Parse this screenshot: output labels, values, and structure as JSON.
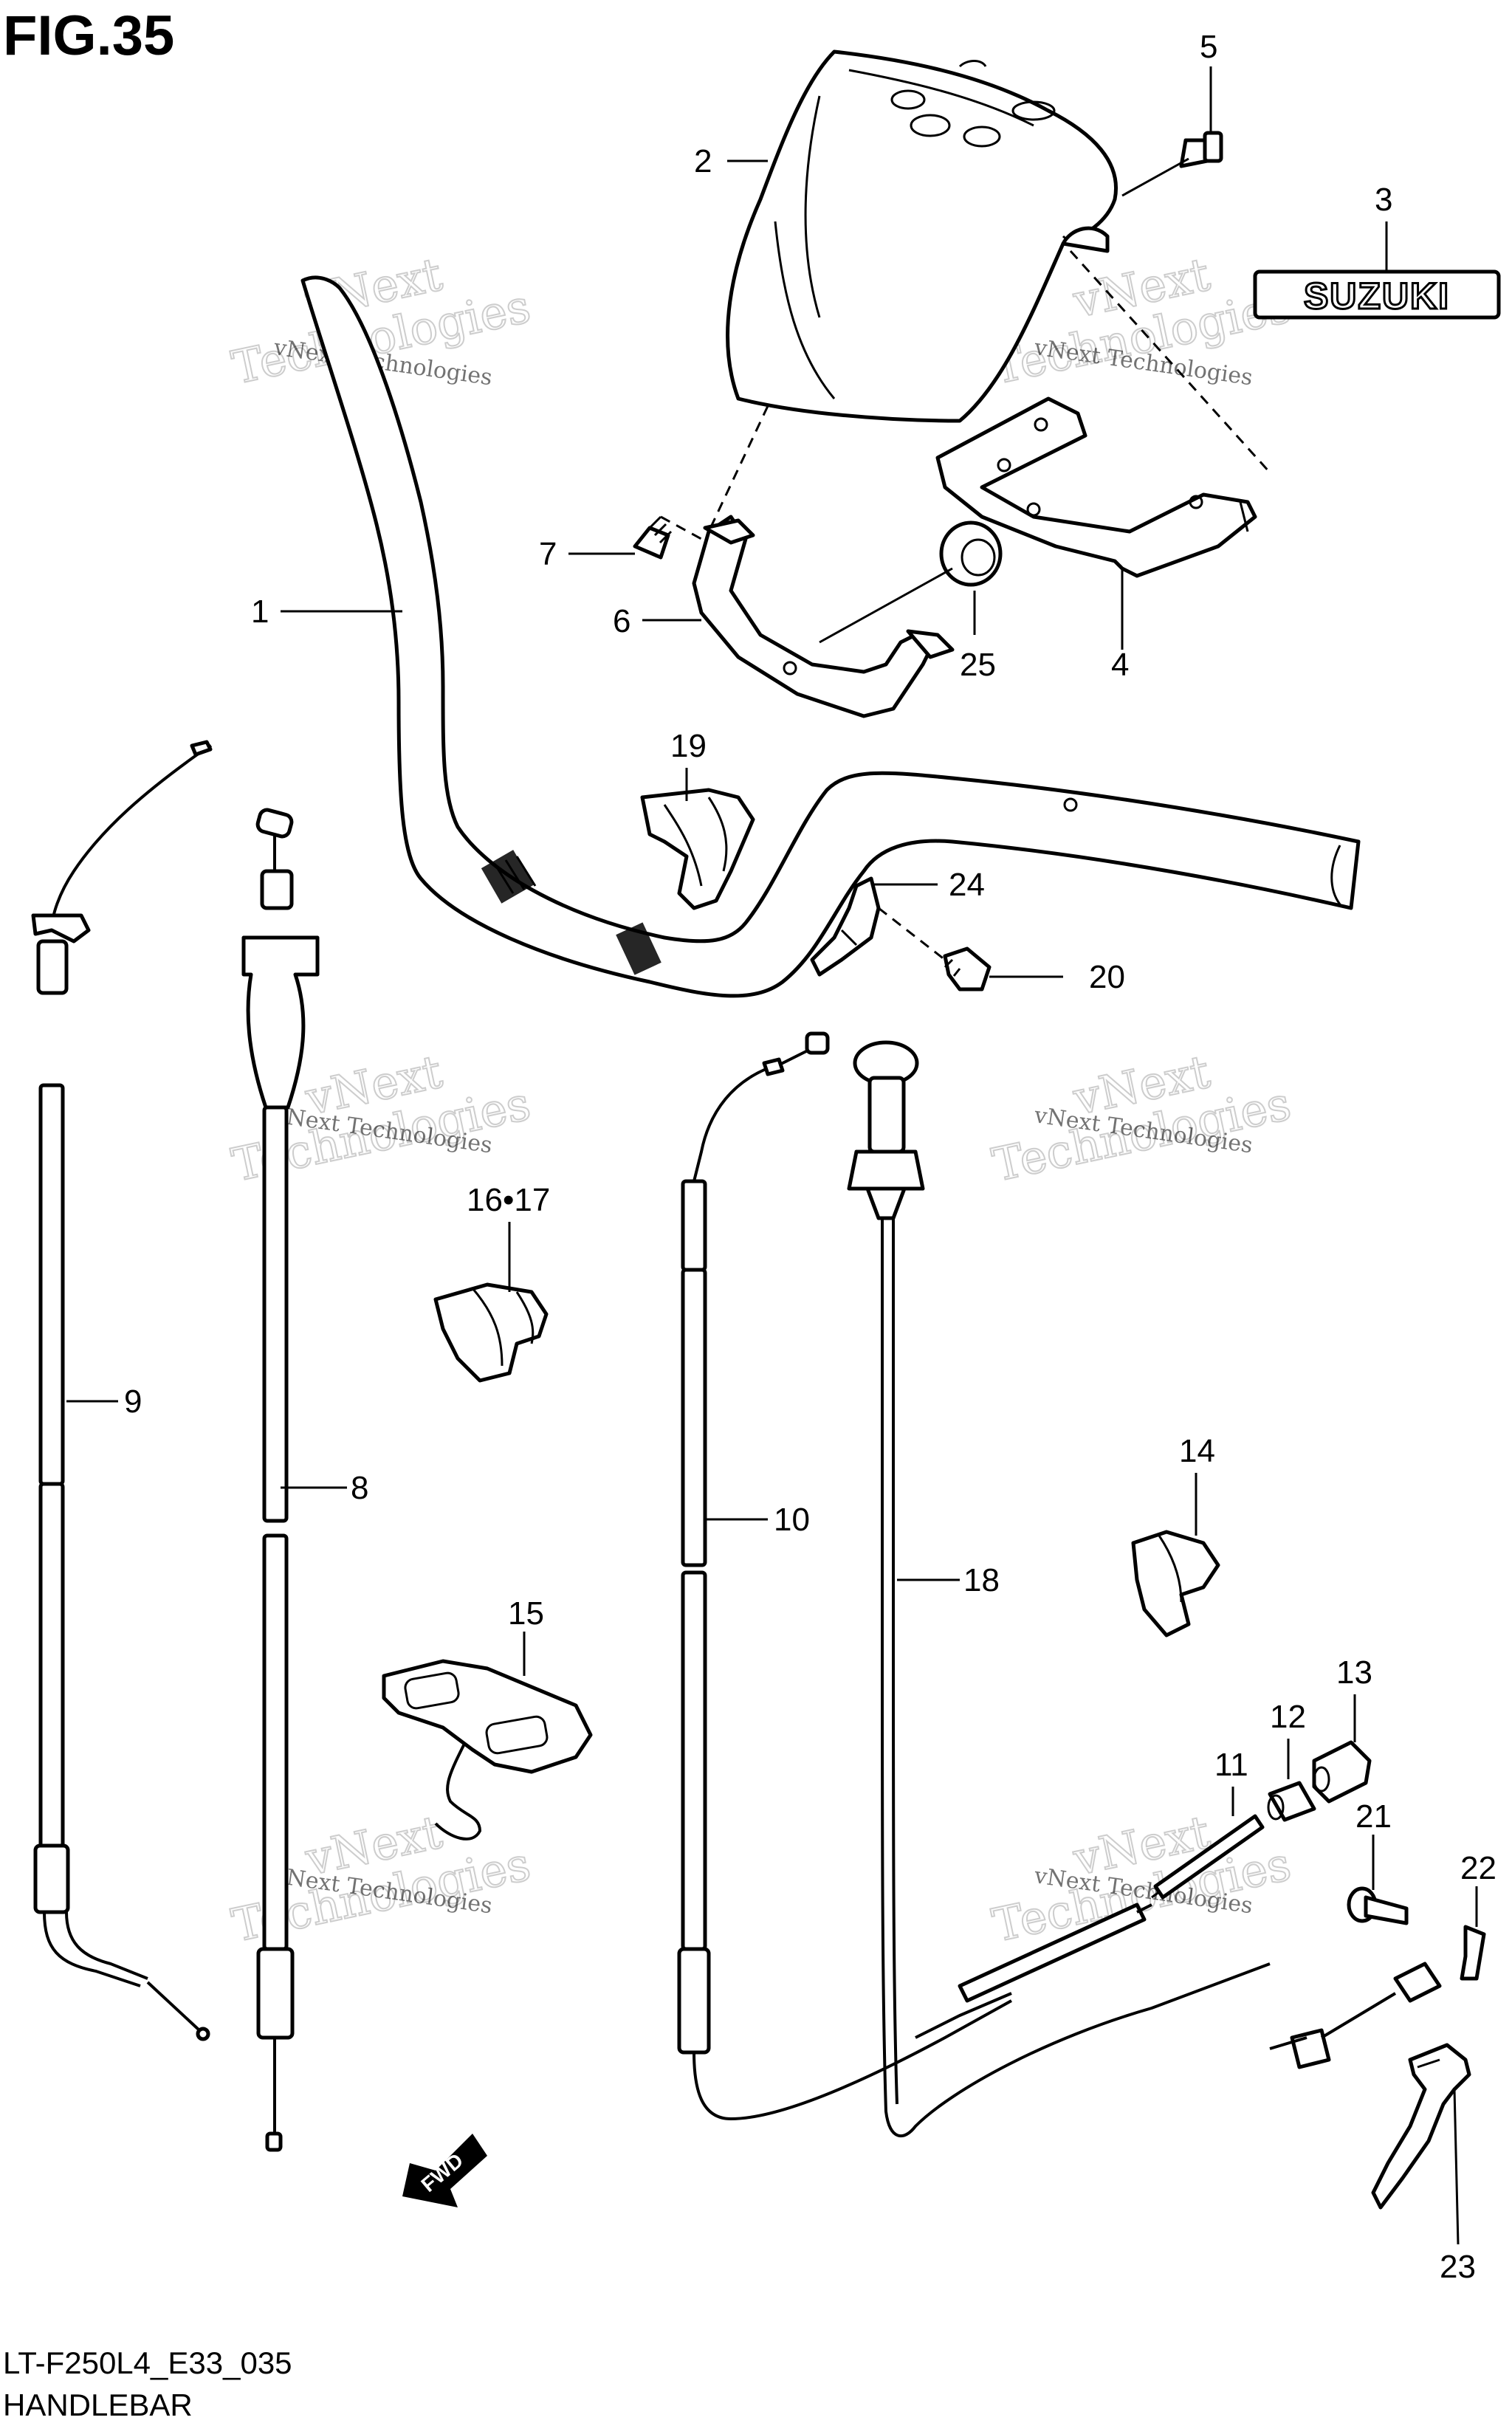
{
  "figure": {
    "title": "FIG.35",
    "code": "LT-F250L4_E33_035",
    "name": "HANDLEBAR"
  },
  "badge_text": "SUZUKI",
  "fwd_label": "FWD",
  "watermark": {
    "line1": "vNext Technologies",
    "line2": "vNext",
    "line3": "Technologies"
  },
  "callouts": [
    {
      "id": "c1",
      "label": "1"
    },
    {
      "id": "c2",
      "label": "2"
    },
    {
      "id": "c3",
      "label": "3"
    },
    {
      "id": "c4",
      "label": "4"
    },
    {
      "id": "c5",
      "label": "5"
    },
    {
      "id": "c6",
      "label": "6"
    },
    {
      "id": "c7",
      "label": "7"
    },
    {
      "id": "c8",
      "label": "8"
    },
    {
      "id": "c9",
      "label": "9"
    },
    {
      "id": "c10",
      "label": "10"
    },
    {
      "id": "c11",
      "label": "11"
    },
    {
      "id": "c12",
      "label": "12"
    },
    {
      "id": "c13",
      "label": "13"
    },
    {
      "id": "c14",
      "label": "14"
    },
    {
      "id": "c15",
      "label": "15"
    },
    {
      "id": "c16",
      "label": "16•17"
    },
    {
      "id": "c18",
      "label": "18"
    },
    {
      "id": "c19",
      "label": "19"
    },
    {
      "id": "c20",
      "label": "20"
    },
    {
      "id": "c21",
      "label": "21"
    },
    {
      "id": "c22",
      "label": "22"
    },
    {
      "id": "c23",
      "label": "23"
    },
    {
      "id": "c24",
      "label": "24"
    },
    {
      "id": "c25",
      "label": "25"
    }
  ]
}
